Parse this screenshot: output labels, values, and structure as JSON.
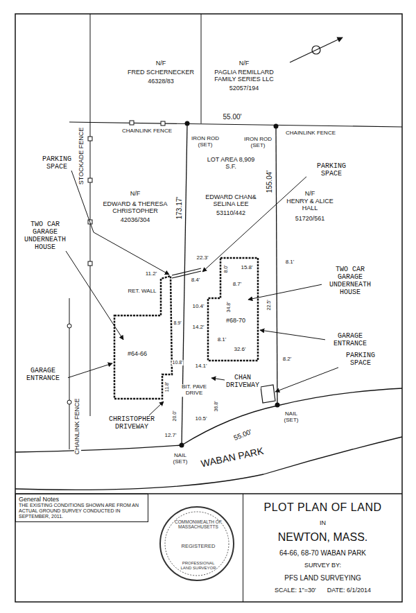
{
  "diagram": {
    "nodes": [
      {
        "text": [
          "#64-66"
        ]
      },
      {
        "text": [
          "#68-70"
        ]
      },
      {
        "text": [
          "General Notes",
          "THE EXISTING CONDITIONS SHOWN ARE FROM AN ACTUAL GROUND SURVEY CONDUCTED IN SEPTEMBER, 2011."
        ]
      },
      {
        "text": [
          "COMMONWEALTH OF MASSACHUSETTS",
          "REGISTERED",
          "PROFESSIONAL LAND SURVEYOR"
        ]
      },
      {
        "text": [
          "PLOT PLAN OF LAND",
          "IN",
          "NEWTON, MASS.",
          "64-66, 68-70 WABAN PARK",
          "SURVEY BY:",
          "PFS LAND SURVEYING",
          "SCALE: 1\"=30'",
          "DATE: 6/1/2014"
        ]
      }
    ],
    "labels": [
      "N/F",
      "FRED SCHERNECKER",
      "46328/83",
      "N/F",
      "PAGLIA REMILLARD FAMILY SERIES LLC",
      "52057/194",
      "CHAINLINK FENCE",
      "55.00'",
      "IRON ROD (SET)",
      "IRON ROD (SET)",
      "CHAINLINK FENCE",
      "LOT AREA 8,909 S.F.",
      "N/F",
      "EDWARD & THERESA CHRISTOPHER",
      "42036/304",
      "EDWARD CHAN& SELINA LEE",
      "53110/442",
      "N/F",
      "HENRY & ALICE HALL",
      "51720/561",
      "173.17'",
      "155.04'",
      "22.3'",
      "11.2'",
      "8.4'",
      "15.8'",
      "8.1'",
      "8.0'",
      "8.7'",
      "RET. WALL",
      "10.4'",
      "34.8'",
      "22.5'",
      "8.9'",
      "14.2'",
      "8.1'",
      "32.6'",
      "10.8'",
      "14.1'",
      "8.2'",
      "11.8'",
      "BIT. PAVE DRIVE",
      "36.8'",
      "20.0'",
      "12.7'",
      "10.5'",
      "55.00'",
      "NAIL (SET)",
      "NAIL (SET)",
      "WABAN PARK",
      "STOCKADE FENCE",
      "CHAINLINK FENCE",
      "PARKING SPACE",
      "PARKING SPACE",
      "TWO CAR GARAGE UNDERNEATH HOUSE",
      "TWO CAR GARAGE UNDERNEATH HOUSE",
      "GARAGE ENTRANCE",
      "GARAGE ENTRANCE",
      "PARKING SPACE",
      "CHRISTOPHER DRIVEWAY",
      "CHAN DRIVEWAY"
    ]
  }
}
